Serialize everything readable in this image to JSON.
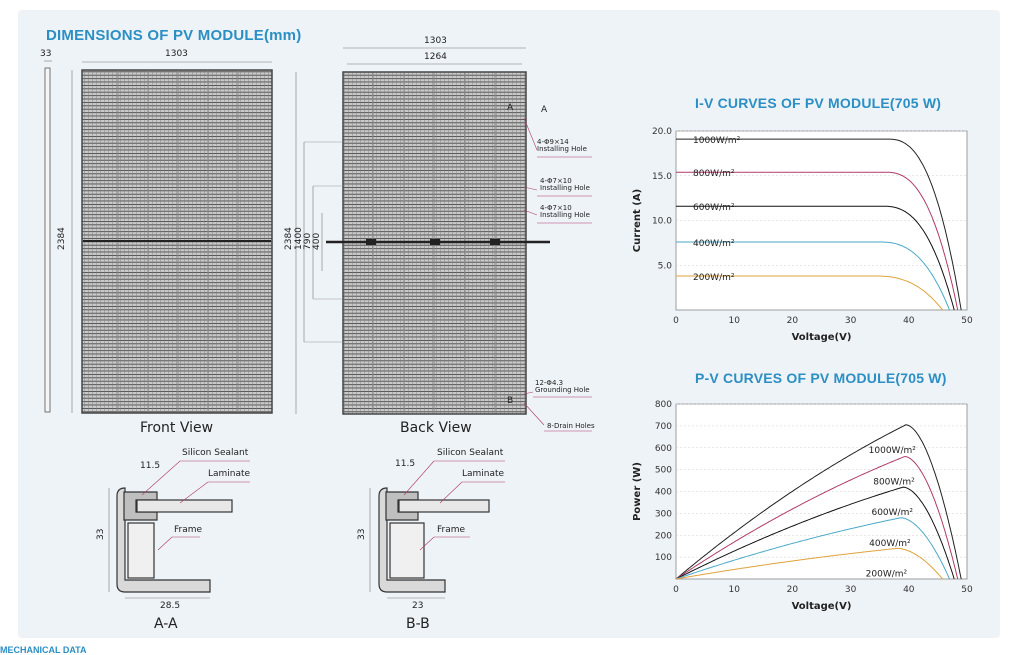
{
  "dimensions_title": "DIMENSIONS OF PV MODULE(mm)",
  "front": {
    "width": "1303",
    "frame_thickness": "33",
    "height": "2384",
    "label": "Front View"
  },
  "back": {
    "width_outer": "1303",
    "width_inner": "1264",
    "heights": [
      "2384",
      "1400",
      "790",
      "400"
    ],
    "label": "Back View",
    "section_a": "A",
    "section_b": "B",
    "callouts": [
      {
        "line1": "4-Φ9×14",
        "line2": "Installing Hole"
      },
      {
        "line1": "4-Φ7×10",
        "line2": "Installing Hole"
      },
      {
        "line1": "4-Φ7×10",
        "line2": "Installing Hole"
      },
      {
        "line1": "12-Φ4.3",
        "line2": "Grounding Hole"
      },
      {
        "line1": "8-Drain Holes",
        "line2": ""
      }
    ]
  },
  "section_aa": {
    "top_dim": "11.5",
    "height_dim": "33",
    "width_dim": "28.5",
    "sealant": "Silicon Sealant",
    "laminate": "Laminate",
    "frame": "Frame",
    "label": "A-A"
  },
  "section_bb": {
    "top_dim": "11.5",
    "height_dim": "33",
    "width_dim": "23",
    "sealant": "Silicon Sealant",
    "laminate": "Laminate",
    "frame": "Frame",
    "label": "B-B"
  },
  "footer": "MECHANICAL DATA",
  "chart_data": [
    {
      "type": "line",
      "title": "I-V CURVES OF PV MODULE(705 W)",
      "xlabel": "Voltage(V)",
      "ylabel": "Current (A)",
      "xlim": [
        0,
        50
      ],
      "ylim": [
        0,
        20
      ],
      "xticks": [
        0,
        10,
        20,
        30,
        40,
        50
      ],
      "yticks": [
        5.0,
        10.0,
        15.0,
        20.0
      ],
      "ytick_labels": [
        "5.0",
        "10.0",
        "15.0",
        "20.0"
      ],
      "series": [
        {
          "name": "1000W/m²",
          "color": "#222222",
          "isc": 19.1,
          "voc": 49.0
        },
        {
          "name": "800W/m²",
          "color": "#b03a6a",
          "isc": 15.4,
          "voc": 48.4
        },
        {
          "name": "600W/m²",
          "color": "#111111",
          "isc": 11.6,
          "voc": 47.8
        },
        {
          "name": "400W/m²",
          "color": "#4aa8c8",
          "isc": 7.6,
          "voc": 47.0
        },
        {
          "name": "200W/m²",
          "color": "#e0a23a",
          "isc": 3.8,
          "voc": 45.8
        }
      ]
    },
    {
      "type": "line",
      "title": "P-V CURVES OF PV MODULE(705 W)",
      "xlabel": "Voltage(V)",
      "ylabel": "Power (W)",
      "xlim": [
        0,
        50
      ],
      "ylim": [
        0,
        800
      ],
      "xticks": [
        0,
        10,
        20,
        30,
        40,
        50
      ],
      "yticks": [
        100,
        200,
        300,
        400,
        500,
        600,
        700,
        800
      ],
      "series": [
        {
          "name": "1000W/m²",
          "color": "#222222",
          "pmax": 705,
          "vmp": 39.5,
          "voc": 49.0
        },
        {
          "name": "800W/m²",
          "color": "#b03a6a",
          "pmax": 560,
          "vmp": 39.3,
          "voc": 48.4
        },
        {
          "name": "600W/m²",
          "color": "#111111",
          "pmax": 420,
          "vmp": 39.0,
          "voc": 47.8
        },
        {
          "name": "400W/m²",
          "color": "#4aa8c8",
          "pmax": 280,
          "vmp": 38.6,
          "voc": 47.0
        },
        {
          "name": "200W/m²",
          "color": "#e0a23a",
          "pmax": 140,
          "vmp": 38.0,
          "voc": 45.8
        }
      ]
    }
  ]
}
